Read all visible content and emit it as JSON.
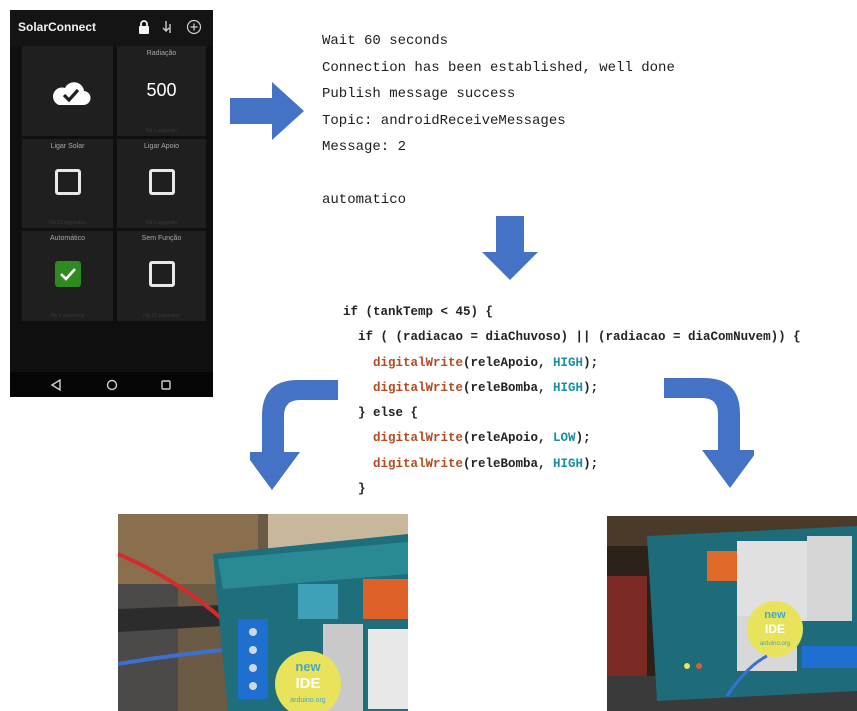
{
  "phone": {
    "app_title": "SolarConnect",
    "toolbar_icons": [
      "lock-icon",
      "swap-icon",
      "add-circle-icon"
    ],
    "tiles": [
      {
        "label": "",
        "kind": "cloud-check",
        "footer": ""
      },
      {
        "label": "Radiação",
        "kind": "value",
        "value": "500",
        "footer": "Há 1 segundo"
      },
      {
        "label": "Ligar Solar",
        "kind": "checkbox",
        "checked": false,
        "footer": "Há 12 segundos"
      },
      {
        "label": "Ligar Apoio",
        "kind": "checkbox",
        "checked": false,
        "footer": "Há 1 segundo"
      },
      {
        "label": "Automático",
        "kind": "checkbox",
        "checked": true,
        "footer": "Há 4 segundos"
      },
      {
        "label": "Sem Função",
        "kind": "checkbox",
        "checked": false,
        "footer": "Há 15 segundos"
      }
    ],
    "nav_icons": [
      "back-icon",
      "home-icon",
      "recents-icon"
    ],
    "accent_green": "#2f8a1f"
  },
  "console": {
    "lines": [
      "Wait 60 seconds",
      "Connection has been established, well done",
      "Publish message success",
      "Topic: androidReceiveMessages",
      "Message: 2",
      "",
      "automatico"
    ]
  },
  "code": {
    "lines": [
      [
        {
          "t": "if (tankTemp < 45) {",
          "c": ""
        }
      ],
      [
        {
          "t": "  if ( (radiacao = diaChuvoso) || (radiacao = diaComNuvem)) {",
          "c": ""
        }
      ],
      [
        {
          "t": "    ",
          "c": ""
        },
        {
          "t": "digitalWrite",
          "c": "fn"
        },
        {
          "t": "(releApoio, ",
          "c": ""
        },
        {
          "t": "HIGH",
          "c": "kw"
        },
        {
          "t": ");",
          "c": ""
        }
      ],
      [
        {
          "t": "    ",
          "c": ""
        },
        {
          "t": "digitalWrite",
          "c": "fn"
        },
        {
          "t": "(releBomba, ",
          "c": ""
        },
        {
          "t": "HIGH",
          "c": "kw"
        },
        {
          "t": ");",
          "c": ""
        }
      ],
      [
        {
          "t": "  } else {",
          "c": ""
        }
      ],
      [
        {
          "t": "    ",
          "c": ""
        },
        {
          "t": "digitalWrite",
          "c": "fn"
        },
        {
          "t": "(releApoio, ",
          "c": ""
        },
        {
          "t": "LOW",
          "c": "kw"
        },
        {
          "t": ");",
          "c": ""
        }
      ],
      [
        {
          "t": "    ",
          "c": ""
        },
        {
          "t": "digitalWrite",
          "c": "fn"
        },
        {
          "t": "(releBomba, ",
          "c": ""
        },
        {
          "t": "HIGH",
          "c": "kw"
        },
        {
          "t": ");",
          "c": ""
        }
      ],
      [
        {
          "t": "  }",
          "c": ""
        }
      ]
    ]
  },
  "photo_left": {
    "sticker_lines": [
      "new",
      "IDE",
      "arduino.org"
    ]
  },
  "photo_right": {
    "sticker_lines": [
      "new",
      "IDE",
      "arduino.org"
    ]
  },
  "colors": {
    "arrow": "#4472c4",
    "function": "#b54a1f",
    "keyword": "#1a8fa3"
  }
}
